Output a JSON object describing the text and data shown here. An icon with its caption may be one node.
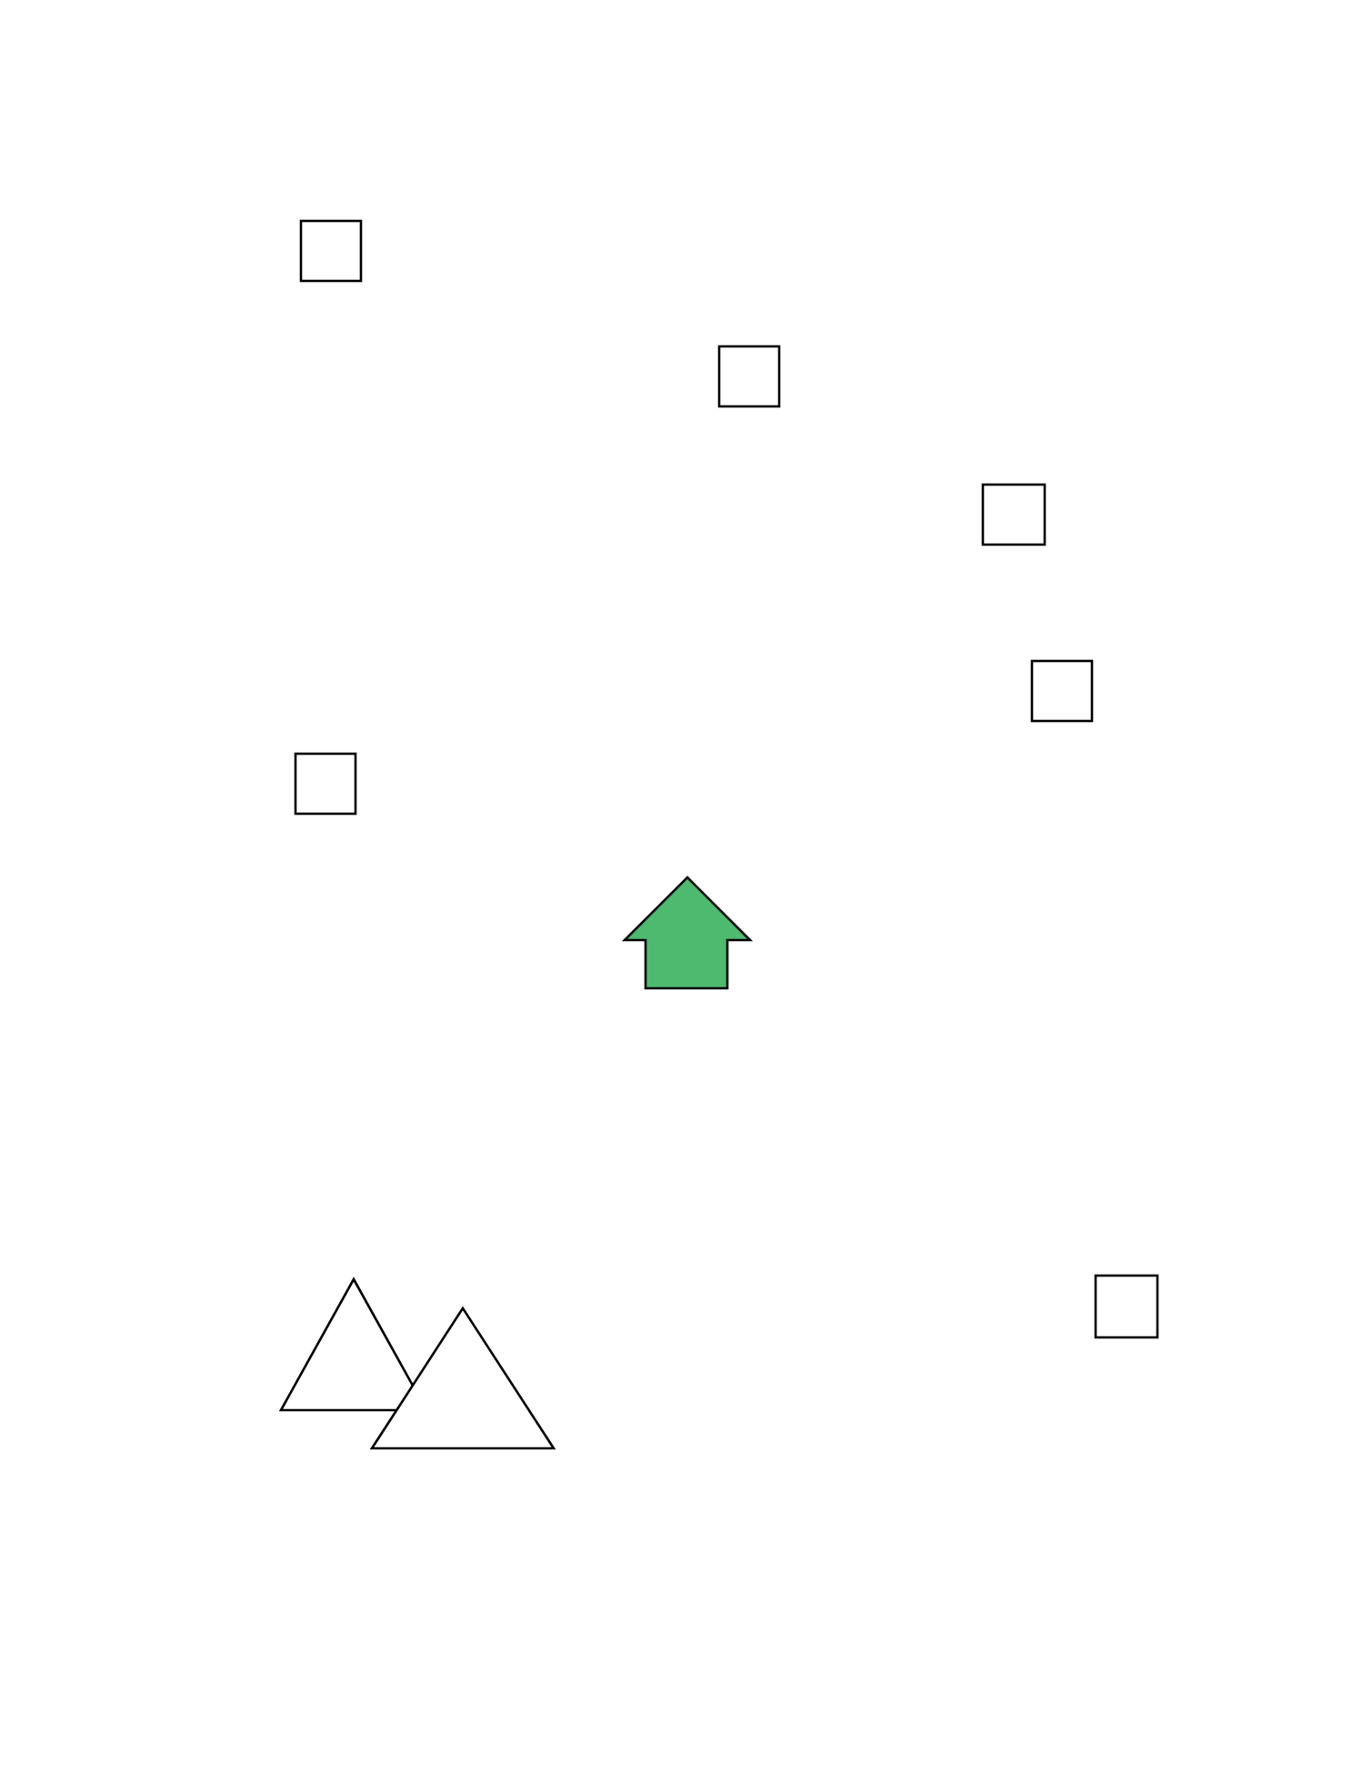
{
  "diagram": {
    "nodes": [
      {
        "text": [],
        "shape": "box"
      },
      {
        "text": [],
        "shape": "box"
      },
      {
        "text": [],
        "shape": "box"
      },
      {
        "text": [],
        "shape": "box"
      },
      {
        "text": [],
        "shape": "box"
      },
      {
        "text": [],
        "shape": "arrow"
      },
      {
        "text": [],
        "shape": "box"
      },
      {
        "text": [],
        "shape": "triangle"
      },
      {
        "text": [],
        "shape": "triangle"
      }
    ]
  }
}
